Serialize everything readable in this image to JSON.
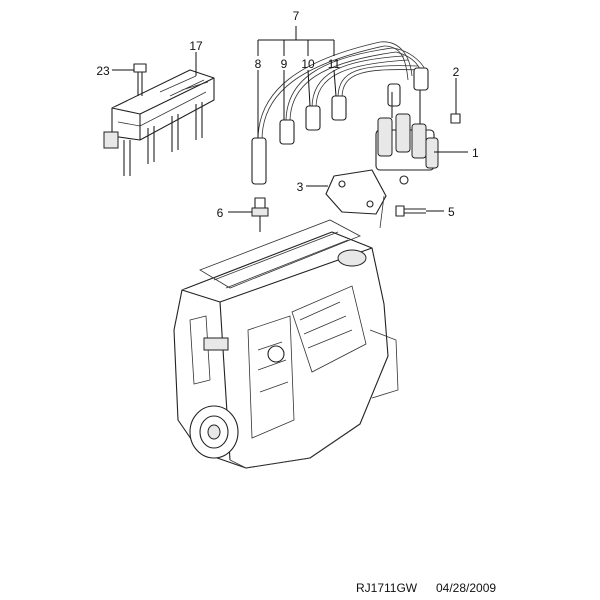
{
  "callouts": {
    "c1": "1",
    "c2": "2",
    "c3": "3",
    "c5": "5",
    "c6": "6",
    "c7": "7",
    "c8": "8",
    "c9": "9",
    "c10": "10",
    "c11": "11",
    "c17": "17",
    "c23": "23"
  },
  "footer": {
    "code": "RJ1711GW",
    "date": "04/28/2009"
  }
}
